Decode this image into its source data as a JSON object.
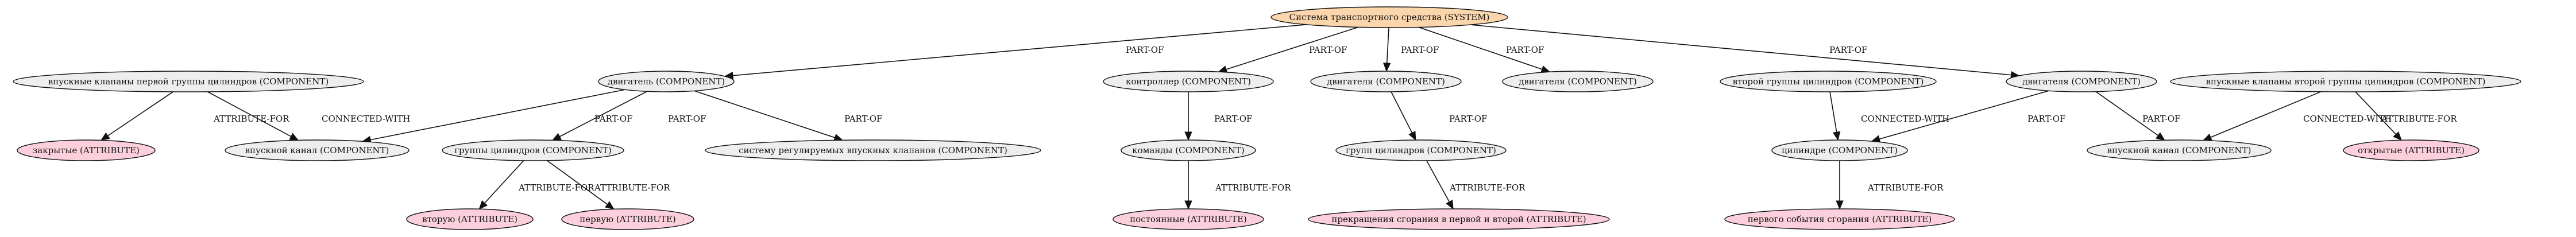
{
  "colors": {
    "system": "#fbd5ab",
    "component": "#eeeeee",
    "attribute": "#fbd0dc",
    "stroke": "#111111"
  },
  "nodes": [
    {
      "id": "sys",
      "type": "system",
      "label": "Система транспортного средства (SYSTEM)"
    },
    {
      "id": "valves1",
      "type": "component",
      "label": "впускные клапаны первой группы цилиндров (COMPONENT)"
    },
    {
      "id": "engine1",
      "type": "component",
      "label": "двигатель (COMPONENT)"
    },
    {
      "id": "controller",
      "type": "component",
      "label": "контроллер (COMPONENT)"
    },
    {
      "id": "engine2",
      "type": "component",
      "label": "двигателя (COMPONENT)"
    },
    {
      "id": "engine3",
      "type": "component",
      "label": "двигателя (COMPONENT)"
    },
    {
      "id": "group2",
      "type": "component",
      "label": "второй группы цилиндров (COMPONENT)"
    },
    {
      "id": "engine4",
      "type": "component",
      "label": "двигателя (COMPONENT)"
    },
    {
      "id": "valves2",
      "type": "component",
      "label": "впускные клапаны второй группы цилиндров (COMPONENT)"
    },
    {
      "id": "closed",
      "type": "attribute",
      "label": "закрытые (ATTRIBUTE)"
    },
    {
      "id": "channel1",
      "type": "component",
      "label": "впускной канал (COMPONENT)"
    },
    {
      "id": "cylgroup",
      "type": "component",
      "label": "группы цилиндров (COMPONENT)"
    },
    {
      "id": "vvsystem",
      "type": "component",
      "label": "систему регулируемых впускных клапанов (COMPONENT)"
    },
    {
      "id": "commands",
      "type": "component",
      "label": "команды (COMPONENT)"
    },
    {
      "id": "cylgroups2",
      "type": "component",
      "label": "групп цилиндров (COMPONENT)"
    },
    {
      "id": "cylinder",
      "type": "component",
      "label": "цилиндре (COMPONENT)"
    },
    {
      "id": "channel2",
      "type": "component",
      "label": "впускной канал (COMPONENT)"
    },
    {
      "id": "open",
      "type": "attribute",
      "label": "открытые (ATTRIBUTE)"
    },
    {
      "id": "second",
      "type": "attribute",
      "label": "вторую (ATTRIBUTE)"
    },
    {
      "id": "first",
      "type": "attribute",
      "label": "первую (ATTRIBUTE)"
    },
    {
      "id": "constant",
      "type": "attribute",
      "label": "постоянные (ATTRIBUTE)"
    },
    {
      "id": "stopcomb",
      "type": "attribute",
      "label": "прекращения сгорания в первой и второй (ATTRIBUTE)"
    },
    {
      "id": "firstevent",
      "type": "attribute",
      "label": "первого события сгорания (ATTRIBUTE)"
    }
  ],
  "edges": [
    {
      "from": "sys",
      "to": "engine1",
      "label": "PART-OF"
    },
    {
      "from": "sys",
      "to": "controller",
      "label": "PART-OF"
    },
    {
      "from": "sys",
      "to": "engine2",
      "label": "PART-OF"
    },
    {
      "from": "sys",
      "to": "engine3",
      "label": "PART-OF"
    },
    {
      "from": "sys",
      "to": "engine4",
      "label": "PART-OF"
    },
    {
      "from": "valves1",
      "to": "closed",
      "label": "ATTRIBUTE-FOR"
    },
    {
      "from": "valves1",
      "to": "channel1",
      "label": "CONNECTED-WITH"
    },
    {
      "from": "engine1",
      "to": "channel1",
      "label": "PART-OF"
    },
    {
      "from": "engine1",
      "to": "cylgroup",
      "label": "PART-OF"
    },
    {
      "from": "engine1",
      "to": "vvsystem",
      "label": "PART-OF"
    },
    {
      "from": "controller",
      "to": "commands",
      "label": "PART-OF"
    },
    {
      "from": "engine2",
      "to": "cylgroups2",
      "label": "PART-OF"
    },
    {
      "from": "group2",
      "to": "cylinder",
      "label": "CONNECTED-WITH"
    },
    {
      "from": "engine4",
      "to": "cylinder",
      "label": "PART-OF"
    },
    {
      "from": "engine4",
      "to": "channel2",
      "label": "PART-OF"
    },
    {
      "from": "valves2",
      "to": "channel2",
      "label": "CONNECTED-WITH"
    },
    {
      "from": "valves2",
      "to": "open",
      "label": "ATTRIBUTE-FOR"
    },
    {
      "from": "cylgroup",
      "to": "second",
      "label": "ATTRIBUTE-FOR"
    },
    {
      "from": "cylgroup",
      "to": "first",
      "label": "ATTRIBUTE-FOR"
    },
    {
      "from": "commands",
      "to": "constant",
      "label": "ATTRIBUTE-FOR"
    },
    {
      "from": "cylgroups2",
      "to": "stopcomb",
      "label": "ATTRIBUTE-FOR"
    },
    {
      "from": "cylinder",
      "to": "firstevent",
      "label": "ATTRIBUTE-FOR"
    }
  ]
}
